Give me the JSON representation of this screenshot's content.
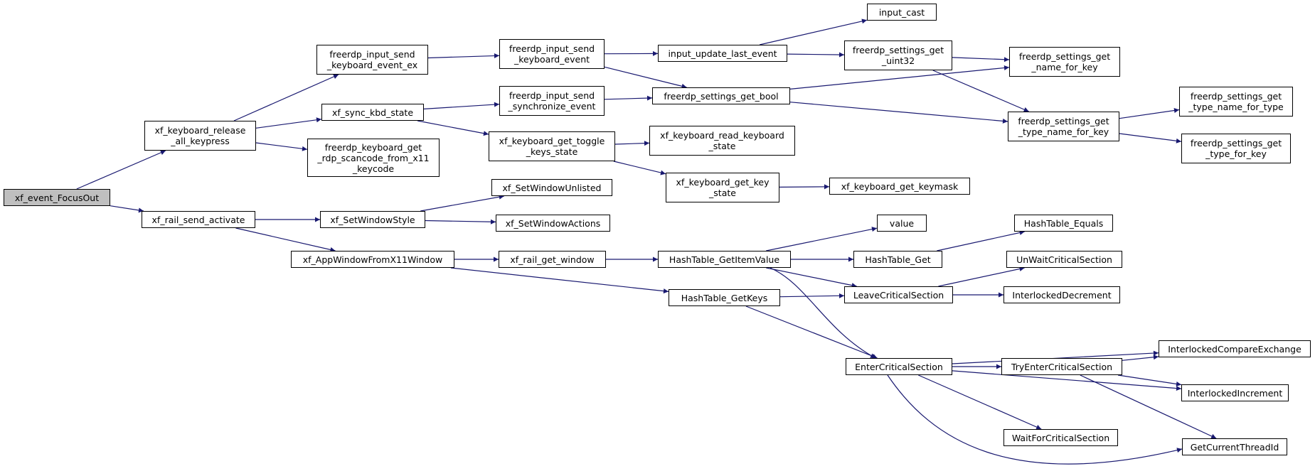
{
  "graph": {
    "edge_color": "#191970",
    "root_fill": "#bfbfbf",
    "nodes": {
      "xf_event_FocusOut": "xf_event_FocusOut",
      "xf_keyboard_release_all_keypress": "xf_keyboard_release\n_all_keypress",
      "xf_rail_send_activate": "xf_rail_send_activate",
      "freerdp_input_send_keyboard_event_ex": "freerdp_input_send\n_keyboard_event_ex",
      "xf_sync_kbd_state": "xf_sync_kbd_state",
      "freerdp_keyboard_get_rdp_scancode_from_x11_keycode": "freerdp_keyboard_get\n_rdp_scancode_from_x11\n_keycode",
      "xf_SetWindowStyle": "xf_SetWindowStyle",
      "xf_AppWindowFromX11Window": "xf_AppWindowFromX11Window",
      "freerdp_input_send_keyboard_event": "freerdp_input_send\n_keyboard_event",
      "freerdp_input_send_synchronize_event": "freerdp_input_send\n_synchronize_event",
      "xf_keyboard_get_toggle_keys_state": "xf_keyboard_get_toggle\n_keys_state",
      "xf_SetWindowUnlisted": "xf_SetWindowUnlisted",
      "xf_SetWindowActions": "xf_SetWindowActions",
      "xf_rail_get_window": "xf_rail_get_window",
      "input_update_last_event": "input_update_last_event",
      "freerdp_settings_get_bool": "freerdp_settings_get_bool",
      "xf_keyboard_read_keyboard_state": "xf_keyboard_read_keyboard\n_state",
      "xf_keyboard_get_key_state": "xf_keyboard_get_key\n_state",
      "HashTable_GetItemValue": "HashTable_GetItemValue",
      "HashTable_GetKeys": "HashTable_GetKeys",
      "input_cast": "input_cast",
      "freerdp_settings_get_uint32": "freerdp_settings_get\n_uint32",
      "xf_keyboard_get_keymask": "xf_keyboard_get_keymask",
      "value": "value",
      "HashTable_Get": "HashTable_Get",
      "LeaveCriticalSection": "LeaveCriticalSection",
      "EnterCriticalSection": "EnterCriticalSection",
      "freerdp_settings_get_name_for_key": "freerdp_settings_get\n_name_for_key",
      "freerdp_settings_get_type_name_for_key": "freerdp_settings_get\n_type_name_for_key",
      "HashTable_Equals": "HashTable_Equals",
      "UnWaitCriticalSection": "UnWaitCriticalSection",
      "InterlockedDecrement": "InterlockedDecrement",
      "TryEnterCriticalSection": "TryEnterCriticalSection",
      "WaitForCriticalSection": "WaitForCriticalSection",
      "freerdp_settings_get_type_name_for_type": "freerdp_settings_get\n_type_name_for_type",
      "freerdp_settings_get_type_for_key": "freerdp_settings_get\n_type_for_key",
      "InterlockedCompareExchange": "InterlockedCompareExchange",
      "InterlockedIncrement": "InterlockedIncrement",
      "GetCurrentThreadId": "GetCurrentThreadId"
    }
  }
}
